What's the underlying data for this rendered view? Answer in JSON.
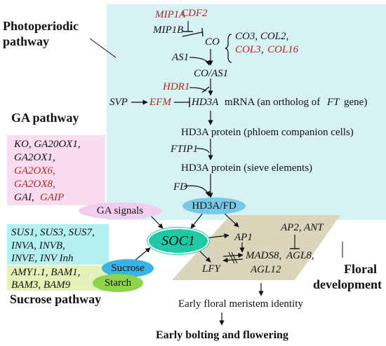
{
  "colors": {
    "photoperiodic_panel": "#d7f2f5",
    "ga_panel": "#f9dcef",
    "sucrose_panel": "#b5f0f0",
    "starch_panel": "#e4f1b8",
    "floral_panel": "#d9d6bb",
    "sucrose_oval": "#3ab3e6",
    "starch_oval": "#8ed44a",
    "soc1_oval": "#1fc9a6",
    "hd3afd_oval": "#78c8e8",
    "ga_signals_oval": "#f3cdee",
    "red_gene": "#b3261e"
  },
  "pathways": {
    "photoperiodic": "Photoperiodic",
    "photoperiodic_2": "pathway",
    "ga": "GA pathway",
    "sucrose": "Sucrose pathway",
    "floral": "Floral",
    "floral_2": "development"
  },
  "photoperiodic": {
    "mip1a": "MIP1A",
    "cdf2": "CDF2",
    "mip1b": "MIP1B",
    "co": "CO",
    "co_family_1": "CO3, COL2,",
    "co_family_2a": "COL3",
    "co_family_2b": "COL16",
    "as1": "AS1",
    "co_as1": "CO/AS1",
    "hdr1": "HDR1",
    "svp": "SVP",
    "efm": "EFM",
    "hd3a_gene": "HD3A",
    "hd3a_mrna": "mRNA (an ortholog of",
    "ft_gene": "FT",
    "gene_close": "gene)",
    "hd3a_protein_1": "HD3A protein (phloem companion cells)",
    "ftip1": "FTIP1",
    "hd3a_protein_2": "HD3A protein (sieve elements)",
    "fd": "FD"
  },
  "ga": {
    "line1": "KO, GA20OX1,",
    "line2": "GA2OX1,",
    "line3": "GA2OX6,",
    "line4": "GA2OX8,",
    "line5a": "GAI,",
    "line5b": "GAIP",
    "signals": "GA signals"
  },
  "sucrose": {
    "line1": "SUS1, SUS3, SUS7,",
    "line2": "INVA, INVB,",
    "line3": "INVE, INV Inh",
    "sucrose": "Sucrose",
    "starch_line1": "AMY1.1, BAM1,",
    "starch_line2": "BAM3, BAM9",
    "starch": "Starch"
  },
  "center": {
    "hd3a_fd": "HD3A/FD",
    "soc1": "SOC1"
  },
  "floral": {
    "ap1": "AP1",
    "ap2_ant": "AP2, ANT",
    "mads8": "MADS8,",
    "agl8": "AGL8,",
    "agl12": "AGL12",
    "lfy": "LFY"
  },
  "outcomes": {
    "meristem": "Early floral meristem identity",
    "final": "Early bolting and flowering"
  }
}
